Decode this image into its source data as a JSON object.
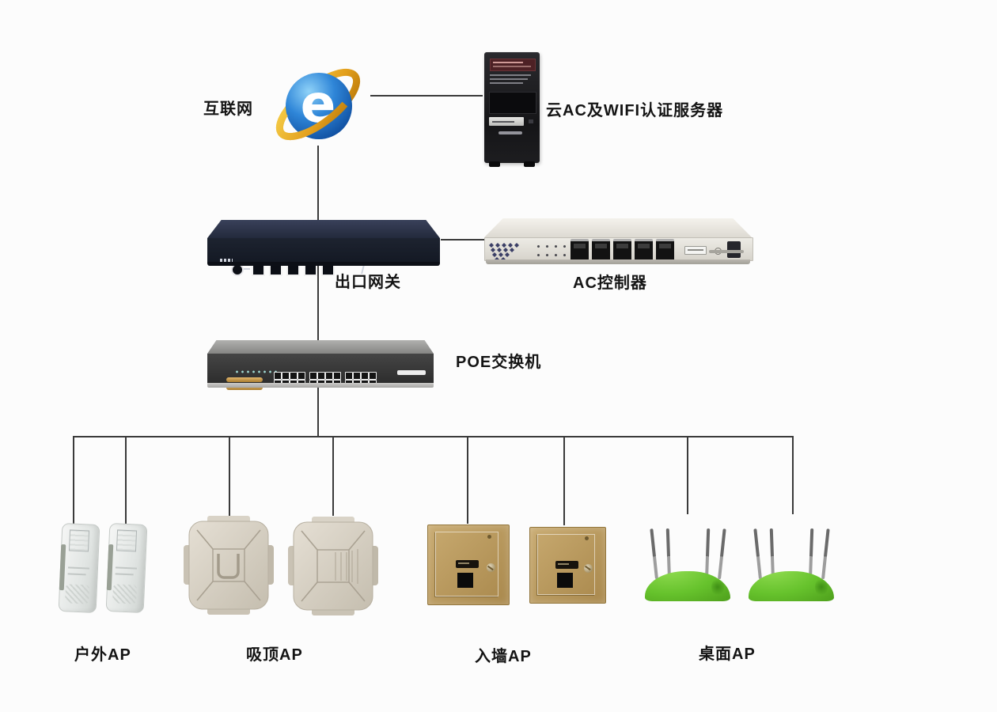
{
  "diagram_type": "network-topology",
  "background": "#fcfcfc",
  "line_color": "#3a3a3a",
  "nodes": {
    "internet": {
      "label": "互联网",
      "icon": "internet-explorer-logo"
    },
    "cloud_server": {
      "label": "云AC及WIFI认证服务器",
      "icon": "tower-server"
    },
    "gateway": {
      "label": "出口网关",
      "icon": "rack-gateway-5-port"
    },
    "ac_controller": {
      "label": "AC控制器",
      "icon": "rack-ac-controller-5-port"
    },
    "poe_switch": {
      "label": "POE交换机",
      "icon": "rack-poe-switch-24-port"
    },
    "outdoor_ap": {
      "label": "户外AP",
      "count": 2,
      "icon": "outdoor-ap"
    },
    "ceiling_ap": {
      "label": "吸顶AP",
      "count": 2,
      "icon": "ceiling-ap"
    },
    "wall_ap": {
      "label": "入墙AP",
      "count": 2,
      "icon": "in-wall-ap"
    },
    "desktop_ap": {
      "label": "桌面AP",
      "count": 2,
      "icon": "desktop-ap"
    }
  },
  "connections": [
    {
      "from": "internet",
      "to": "cloud_server"
    },
    {
      "from": "internet",
      "to": "gateway"
    },
    {
      "from": "gateway",
      "to": "ac_controller"
    },
    {
      "from": "gateway",
      "to": "poe_switch"
    },
    {
      "from": "poe_switch",
      "to": "outdoor_ap"
    },
    {
      "from": "poe_switch",
      "to": "ceiling_ap"
    },
    {
      "from": "poe_switch",
      "to": "wall_ap"
    },
    {
      "from": "poe_switch",
      "to": "desktop_ap"
    }
  ],
  "accent_colors": {
    "ie_blue": "#1f6fd0",
    "ie_gold": "#e7a41f",
    "desktop_ap_green": "#69c42d",
    "wall_ap_gold": "#b3945c",
    "ceiling_ap_beige": "#d5cec1"
  }
}
